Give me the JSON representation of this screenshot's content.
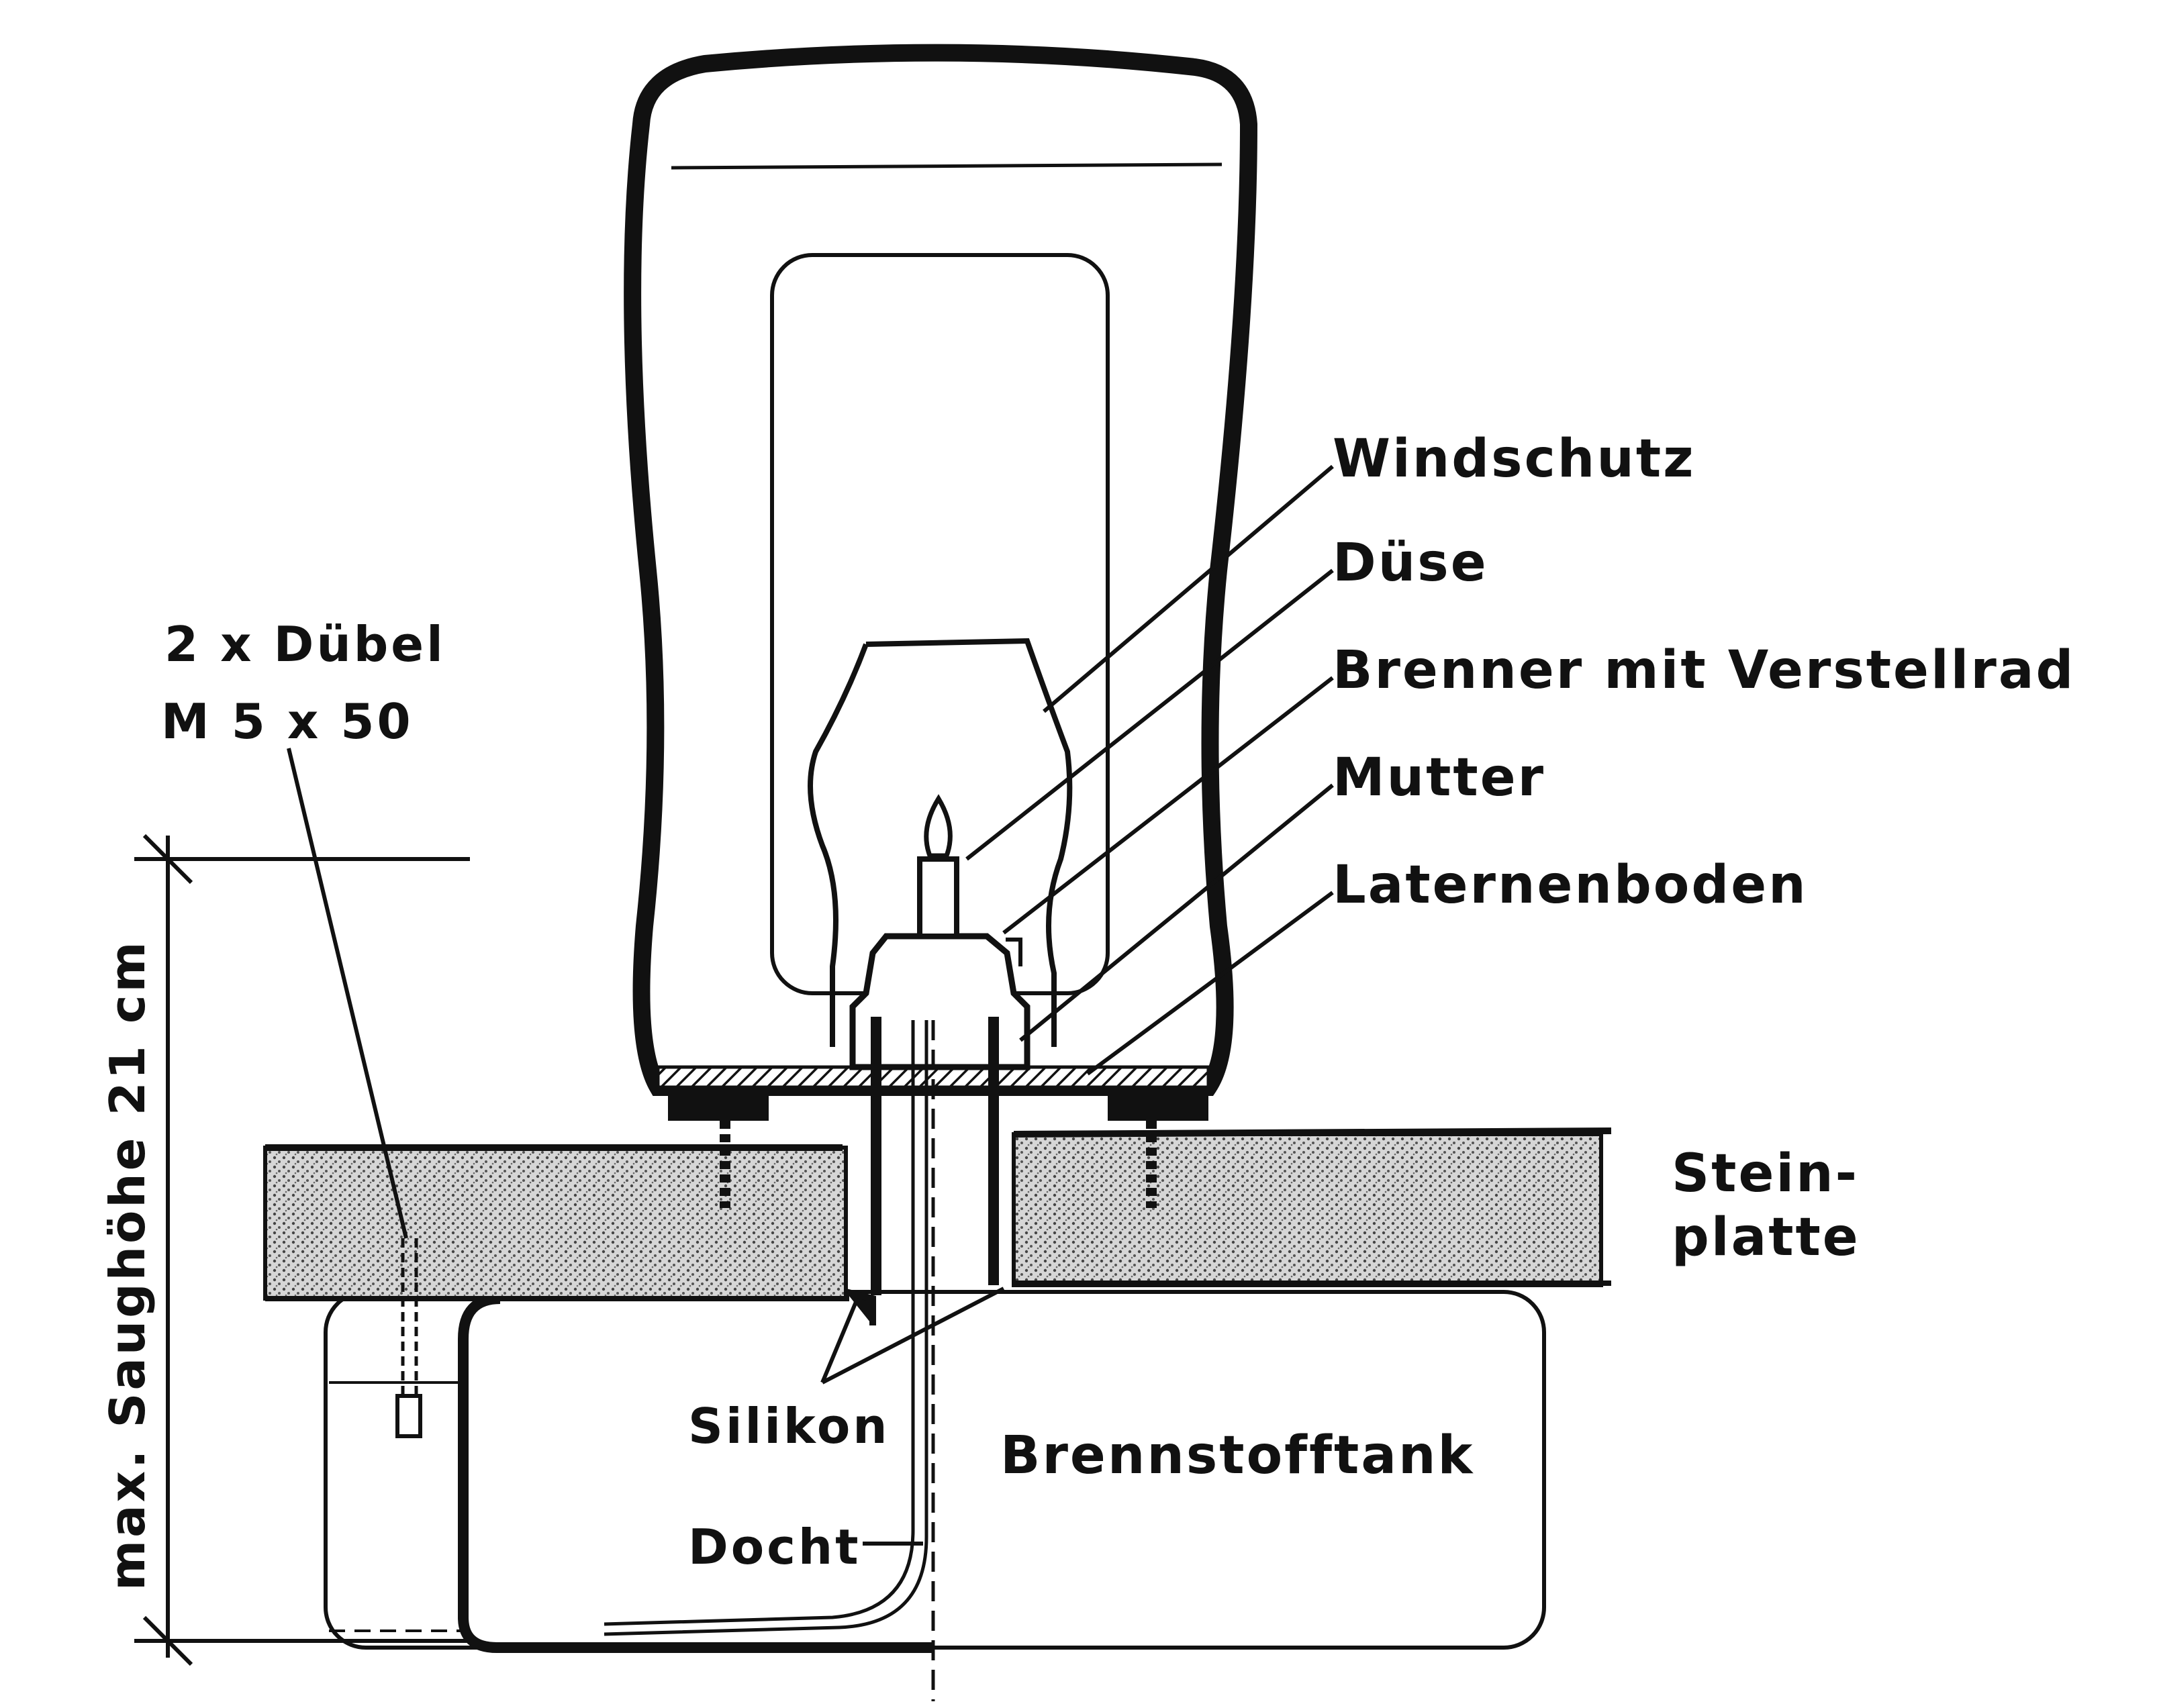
{
  "labels": {
    "windschutz": "Windschutz",
    "duese": "Düse",
    "brenner": "Brenner mit Verstellrad",
    "mutter": "Mutter",
    "laternenboden": "Laternenboden",
    "dubel_line1": "2 x Dübel",
    "dubel_line2": "M 5 x 50",
    "steinplatte_line1": "Stein-",
    "steinplatte_line2": "platte",
    "silikon": "Silikon",
    "docht": "Docht",
    "brennstofftank": "Brennstofftank",
    "saughoehe": "max. Saughöhe 21 cm"
  },
  "colors": {
    "ink": "#111111",
    "paper": "#ffffff",
    "stone": "#bdbdbd"
  }
}
